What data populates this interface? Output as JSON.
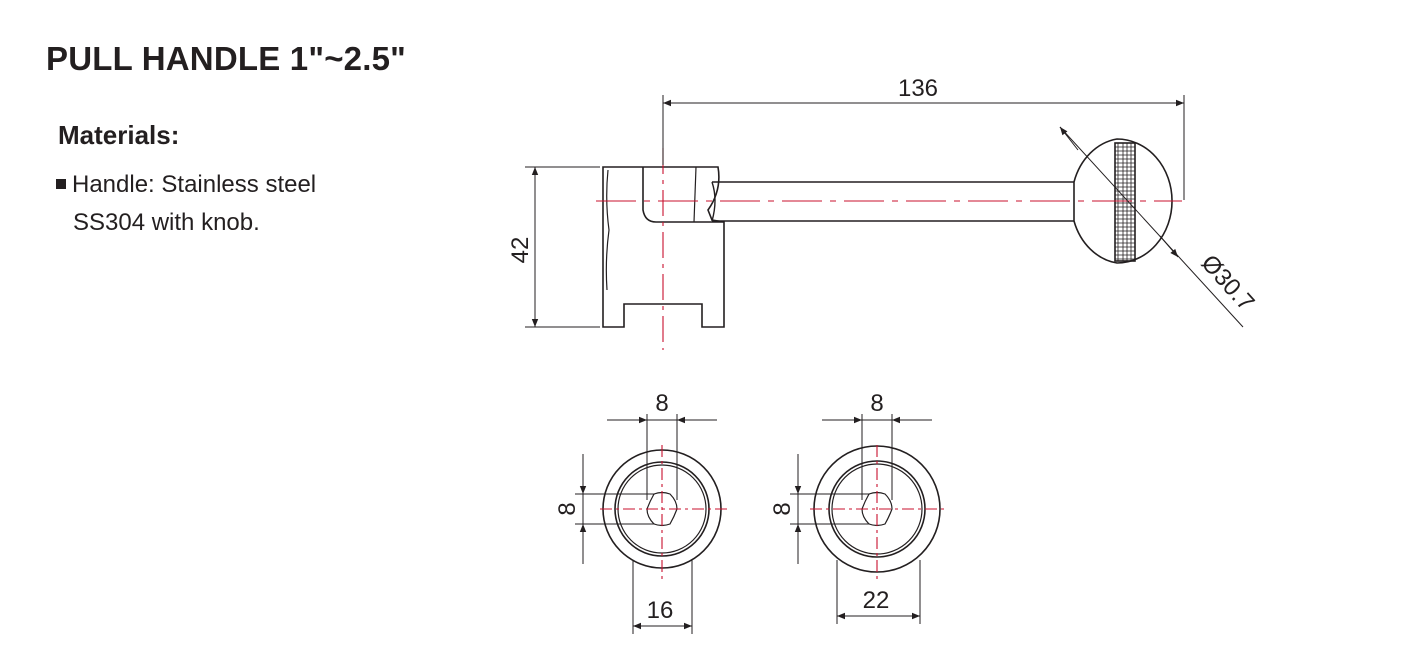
{
  "title": "PULL HANDLE 1\"~2.5\"",
  "materials": {
    "heading": "Materials:",
    "items": [
      {
        "line1": "Handle: Stainless steel",
        "line2": "SS304 with knob."
      }
    ]
  },
  "dimensions": {
    "length": "136",
    "height": "42",
    "knob_diameter": "Ø30.7",
    "left_view": {
      "top_width": "8",
      "side_height": "8",
      "bottom_width": "16"
    },
    "right_view": {
      "top_width": "8",
      "side_height": "8",
      "bottom_width": "22"
    }
  },
  "colors": {
    "line": "#231f20",
    "centerline": "#c8102e"
  }
}
